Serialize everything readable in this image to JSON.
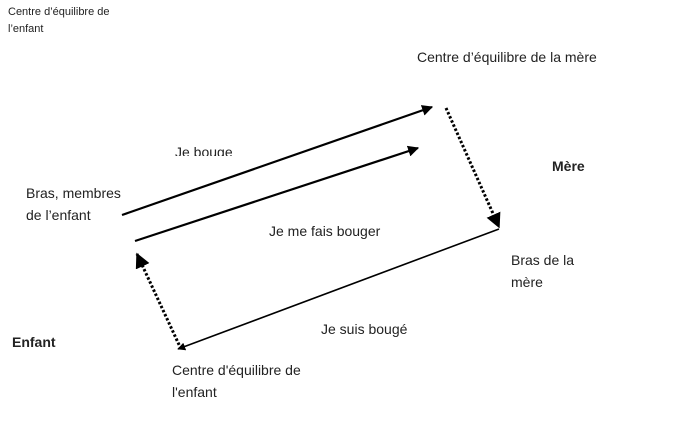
{
  "labels": {
    "corner_title": "Centre d’équilibre de l’enfant",
    "mother_center": "Centre d’équilibre de la mère",
    "je_bouge": "Je bouge",
    "mere": "Mère",
    "bras_enfant": "Bras, membres de l’enfant",
    "je_me_fais_bouger": "Je me fais bouger",
    "bras_mere": "Bras de la mère",
    "je_suis_bouge": "Je suis bougé",
    "enfant": "Enfant",
    "child_center": "Centre d'équilibre de l'enfant"
  },
  "colors": {
    "line": "#000000",
    "text": "#222222"
  }
}
